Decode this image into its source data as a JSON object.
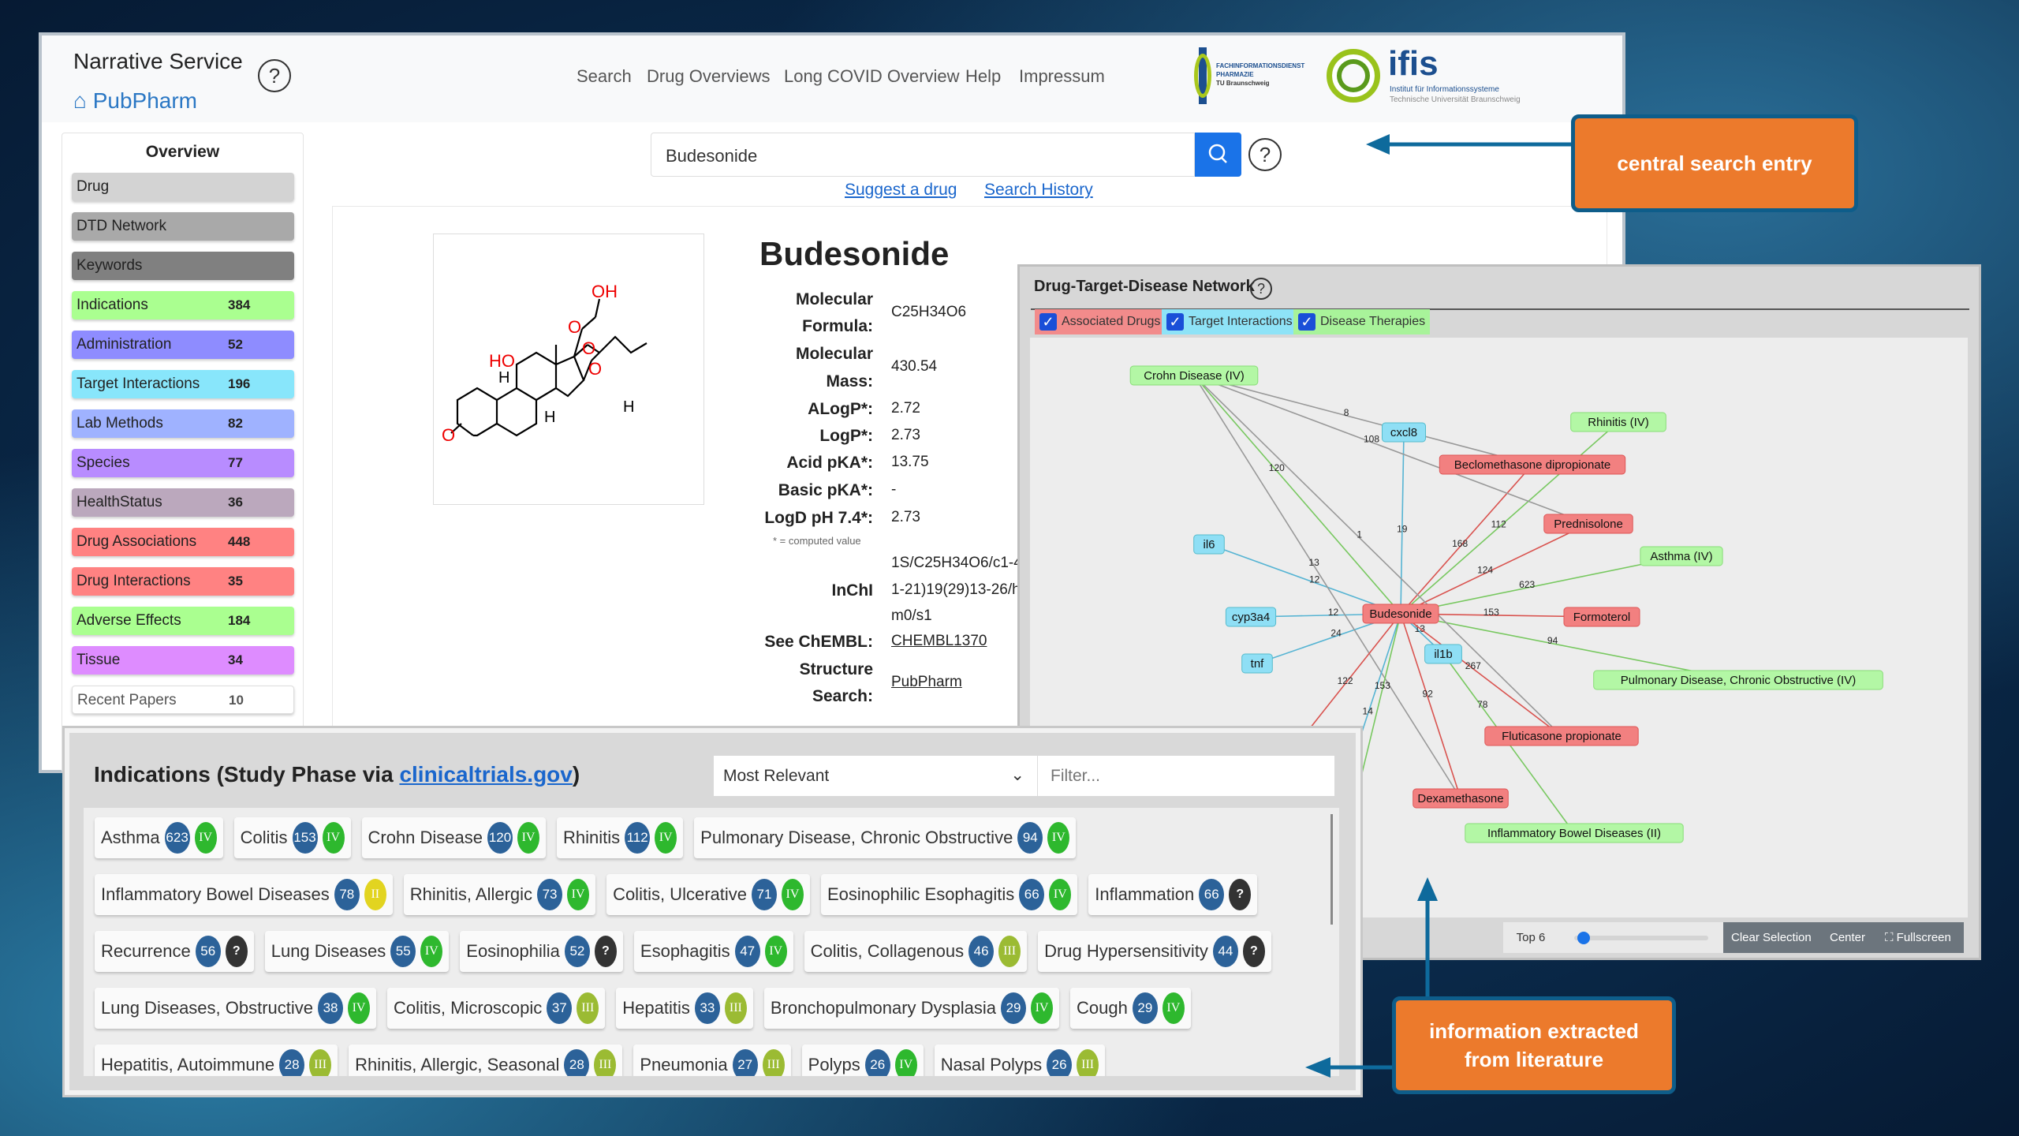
{
  "header": {
    "app_title": "Narrative Service",
    "home_link": "PubPharm",
    "nav": [
      "Search",
      "Drug Overviews",
      "Long COVID Overview",
      "Help",
      "Impressum"
    ],
    "logo1": {
      "line1": "FACHINFORMATIONSDIENST",
      "line2": "PHARMAZIE",
      "line3": "TU Braunschweig"
    },
    "logo2": {
      "name": "ifis",
      "line1": "Institut für Informationssysteme",
      "line2": "Technische Universität Braunschweig"
    }
  },
  "search": {
    "value": "Budesonide",
    "suggest": "Suggest a drug",
    "history": "Search History"
  },
  "sidebar": {
    "title": "Overview",
    "items": [
      {
        "label": "Drug",
        "count": null,
        "color": "#d3d3d3"
      },
      {
        "label": "DTD Network",
        "count": null,
        "color": "#a9a9a9"
      },
      {
        "label": "Keywords",
        "count": null,
        "color": "#808080"
      },
      {
        "label": "Indications",
        "count": "384",
        "color": "#aaff90"
      },
      {
        "label": "Administration",
        "count": "52",
        "color": "#8e8cff"
      },
      {
        "label": "Target Interactions",
        "count": "196",
        "color": "#88e6fb"
      },
      {
        "label": "Lab Methods",
        "count": "82",
        "color": "#9fb2ff"
      },
      {
        "label": "Species",
        "count": "77",
        "color": "#b88cff"
      },
      {
        "label": "HealthStatus",
        "count": "36",
        "color": "#bba8bd"
      },
      {
        "label": "Drug Associations",
        "count": "448",
        "color": "#ff8282"
      },
      {
        "label": "Drug Interactions",
        "count": "35",
        "color": "#ff8282"
      },
      {
        "label": "Adverse Effects",
        "count": "184",
        "color": "#aaff90"
      },
      {
        "label": "Tissue",
        "count": "34",
        "color": "#de8cff"
      },
      {
        "label": "Recent Papers",
        "count": "10",
        "color": "#ffffff"
      }
    ]
  },
  "drug": {
    "name": "Budesonide",
    "structure_labels": {
      "oh": "OH",
      "o1": "O",
      "ho": "HO",
      "o2": "O",
      "o3": "O",
      "o4": "O",
      "h1": "H",
      "h2": "H",
      "h3": "H"
    },
    "props": {
      "formula_l1": "Molecular",
      "formula_l2": "Formula:",
      "formula": "C25H34O6",
      "mass_l1": "Molecular",
      "mass_l2": "Mass:",
      "mass": "430.54",
      "alogp_l": "ALogP*:",
      "alogp": "2.72",
      "logp_l": "LogP*:",
      "logp": "2.73",
      "acid_l": "Acid pKA*:",
      "acid": "13.75",
      "basic_l": "Basic pKA*:",
      "basic": "-",
      "logd_l": "LogD pH 7.4*:",
      "logd": "2.73",
      "computed_note": "* = computed value",
      "inchi_l": "InChI",
      "inchi_1": "1S/C25H34O6/c1-4",
      "inchi_2": "1-21)19(29)13-26/h",
      "inchi_3": "m0/s1",
      "chembl_l": "See ChEMBL:",
      "chembl": "CHEMBL1370",
      "struct_l1": "Structure",
      "struct_l2": "Search:",
      "struct_link": "PubPharm"
    }
  },
  "network": {
    "title": "Drug-Target-Disease Network",
    "filters": [
      {
        "label": "Associated Drugs",
        "color": "#f28b8b"
      },
      {
        "label": "Target Interactions",
        "color": "#8ee3f7"
      },
      {
        "label": "Disease Therapies",
        "color": "#a8f39a"
      }
    ],
    "colors": {
      "drug": "#f28080",
      "target": "#8fdff5",
      "disease": "#b3f7a5",
      "drug_edge": "#d9534f",
      "target_edge": "#56b4d3",
      "disease_edge": "#78c860",
      "other_edge": "#999999"
    },
    "nodes": [
      {
        "id": "crohn",
        "label": "Crohn Disease (IV)",
        "type": "disease"
      },
      {
        "id": "cxcl8",
        "label": "cxcl8",
        "type": "target"
      },
      {
        "id": "rhinitis",
        "label": "Rhinitis (IV)",
        "type": "disease"
      },
      {
        "id": "beclo",
        "label": "Beclomethasone dipropionate",
        "type": "drug"
      },
      {
        "id": "pred",
        "label": "Prednisolone",
        "type": "drug"
      },
      {
        "id": "il6",
        "label": "il6",
        "type": "target"
      },
      {
        "id": "asthma",
        "label": "Asthma (IV)",
        "type": "disease"
      },
      {
        "id": "bud",
        "label": "Budesonide",
        "type": "drug"
      },
      {
        "id": "cyp3a4",
        "label": "cyp3a4",
        "type": "target"
      },
      {
        "id": "formo",
        "label": "Formoterol",
        "type": "drug"
      },
      {
        "id": "tnf",
        "label": "tnf",
        "type": "target"
      },
      {
        "id": "il1b",
        "label": "il1b",
        "type": "target"
      },
      {
        "id": "copd",
        "label": "Pulmonary Disease, Chronic Obstructive (IV)",
        "type": "disease"
      },
      {
        "id": "fluti",
        "label": "Fluticasone propionate",
        "type": "drug"
      },
      {
        "id": "dexa",
        "label": "Dexamethasone",
        "type": "drug"
      },
      {
        "id": "ibd",
        "label": "Inflammatory Bowel Diseases (II)",
        "type": "disease"
      }
    ],
    "edges": [
      {
        "from": "bud",
        "to": "crohn",
        "label": "120",
        "type": "disease"
      },
      {
        "from": "bud",
        "to": "cxcl8",
        "label": "19",
        "type": "target"
      },
      {
        "from": "bud",
        "to": "rhinitis",
        "label": "112",
        "type": "disease"
      },
      {
        "from": "bud",
        "to": "beclo",
        "label": "168",
        "type": "drug"
      },
      {
        "from": "bud",
        "to": "pred",
        "label": "124",
        "type": "drug"
      },
      {
        "from": "bud",
        "to": "asthma",
        "label": "623",
        "type": "disease"
      },
      {
        "from": "bud",
        "to": "il6",
        "label": "12",
        "type": "target"
      },
      {
        "from": "bud",
        "to": "cyp3a4",
        "label": "12",
        "type": "target"
      },
      {
        "from": "bud",
        "to": "formo",
        "label": "153",
        "type": "drug"
      },
      {
        "from": "bud",
        "to": "tnf",
        "label": "24",
        "type": "target"
      },
      {
        "from": "bud",
        "to": "il1b",
        "label": "13",
        "type": "target"
      },
      {
        "from": "bud",
        "to": "copd",
        "label": "94",
        "type": "disease"
      },
      {
        "from": "bud",
        "to": "fluti",
        "label": "267",
        "type": "drug"
      },
      {
        "from": "bud",
        "to": "dexa",
        "label": "92",
        "type": "drug"
      },
      {
        "from": "il1b",
        "to": "ibd",
        "label": "78",
        "type": "disease"
      },
      {
        "from": "crohn",
        "to": "beclo",
        "label": "8",
        "type": "other"
      },
      {
        "from": "crohn",
        "to": "pred",
        "label": "108",
        "type": "other"
      },
      {
        "from": "crohn",
        "to": "fluti",
        "label": "1",
        "type": "other"
      },
      {
        "from": "crohn",
        "to": "dexa",
        "label": "13",
        "type": "other"
      },
      {
        "from": "bud",
        "to": "hidden1",
        "label": "122",
        "type": "drug"
      },
      {
        "from": "bud",
        "to": "hidden2",
        "label": "14",
        "type": "target"
      },
      {
        "from": "bud",
        "to": "hidden3",
        "label": "153",
        "type": "disease"
      }
    ],
    "toolbar": {
      "top_label": "Top 6",
      "slider_value": 6,
      "clear": "Clear Selection",
      "center": "Center",
      "fullscreen": "Fullscreen"
    }
  },
  "indications": {
    "title_prefix": "Indications (Study Phase via ",
    "title_link": "clinicaltrials.gov",
    "title_suffix": ")",
    "sort": "Most Relevant",
    "filter_placeholder": "Filter...",
    "phase_colors": {
      "IV": "#2eb82e",
      "III": "#9bbb33",
      "II": "#e2d420",
      "?": "#333333"
    },
    "rows": [
      [
        {
          "name": "Asthma",
          "count": "623",
          "phase": "IV"
        },
        {
          "name": "Colitis",
          "count": "153",
          "phase": "IV"
        },
        {
          "name": "Crohn Disease",
          "count": "120",
          "phase": "IV"
        },
        {
          "name": "Rhinitis",
          "count": "112",
          "phase": "IV"
        },
        {
          "name": "Pulmonary Disease, Chronic Obstructive",
          "count": "94",
          "phase": "IV"
        }
      ],
      [
        {
          "name": "Inflammatory Bowel Diseases",
          "count": "78",
          "phase": "II"
        },
        {
          "name": "Rhinitis, Allergic",
          "count": "73",
          "phase": "IV"
        },
        {
          "name": "Colitis, Ulcerative",
          "count": "71",
          "phase": "IV"
        },
        {
          "name": "Eosinophilic Esophagitis",
          "count": "66",
          "phase": "IV"
        },
        {
          "name": "Inflammation",
          "count": "66",
          "phase": "?"
        }
      ],
      [
        {
          "name": "Recurrence",
          "count": "56",
          "phase": "?"
        },
        {
          "name": "Lung Diseases",
          "count": "55",
          "phase": "IV"
        },
        {
          "name": "Eosinophilia",
          "count": "52",
          "phase": "?"
        },
        {
          "name": "Esophagitis",
          "count": "47",
          "phase": "IV"
        },
        {
          "name": "Colitis, Collagenous",
          "count": "46",
          "phase": "III"
        },
        {
          "name": "Drug Hypersensitivity",
          "count": "44",
          "phase": "?"
        }
      ],
      [
        {
          "name": "Lung Diseases, Obstructive",
          "count": "38",
          "phase": "IV"
        },
        {
          "name": "Colitis, Microscopic",
          "count": "37",
          "phase": "III"
        },
        {
          "name": "Hepatitis",
          "count": "33",
          "phase": "III"
        },
        {
          "name": "Bronchopulmonary Dysplasia",
          "count": "29",
          "phase": "IV"
        },
        {
          "name": "Cough",
          "count": "29",
          "phase": "IV"
        }
      ],
      [
        {
          "name": "Hepatitis, Autoimmune",
          "count": "28",
          "phase": "III"
        },
        {
          "name": "Rhinitis, Allergic, Seasonal",
          "count": "28",
          "phase": "III"
        },
        {
          "name": "Pneumonia",
          "count": "27",
          "phase": "III"
        },
        {
          "name": "Polyps",
          "count": "26",
          "phase": "IV"
        },
        {
          "name": "Nasal Polyps",
          "count": "26",
          "phase": "III"
        }
      ]
    ]
  },
  "callouts": {
    "search": "central search entry",
    "literature": "information extracted from literature"
  }
}
